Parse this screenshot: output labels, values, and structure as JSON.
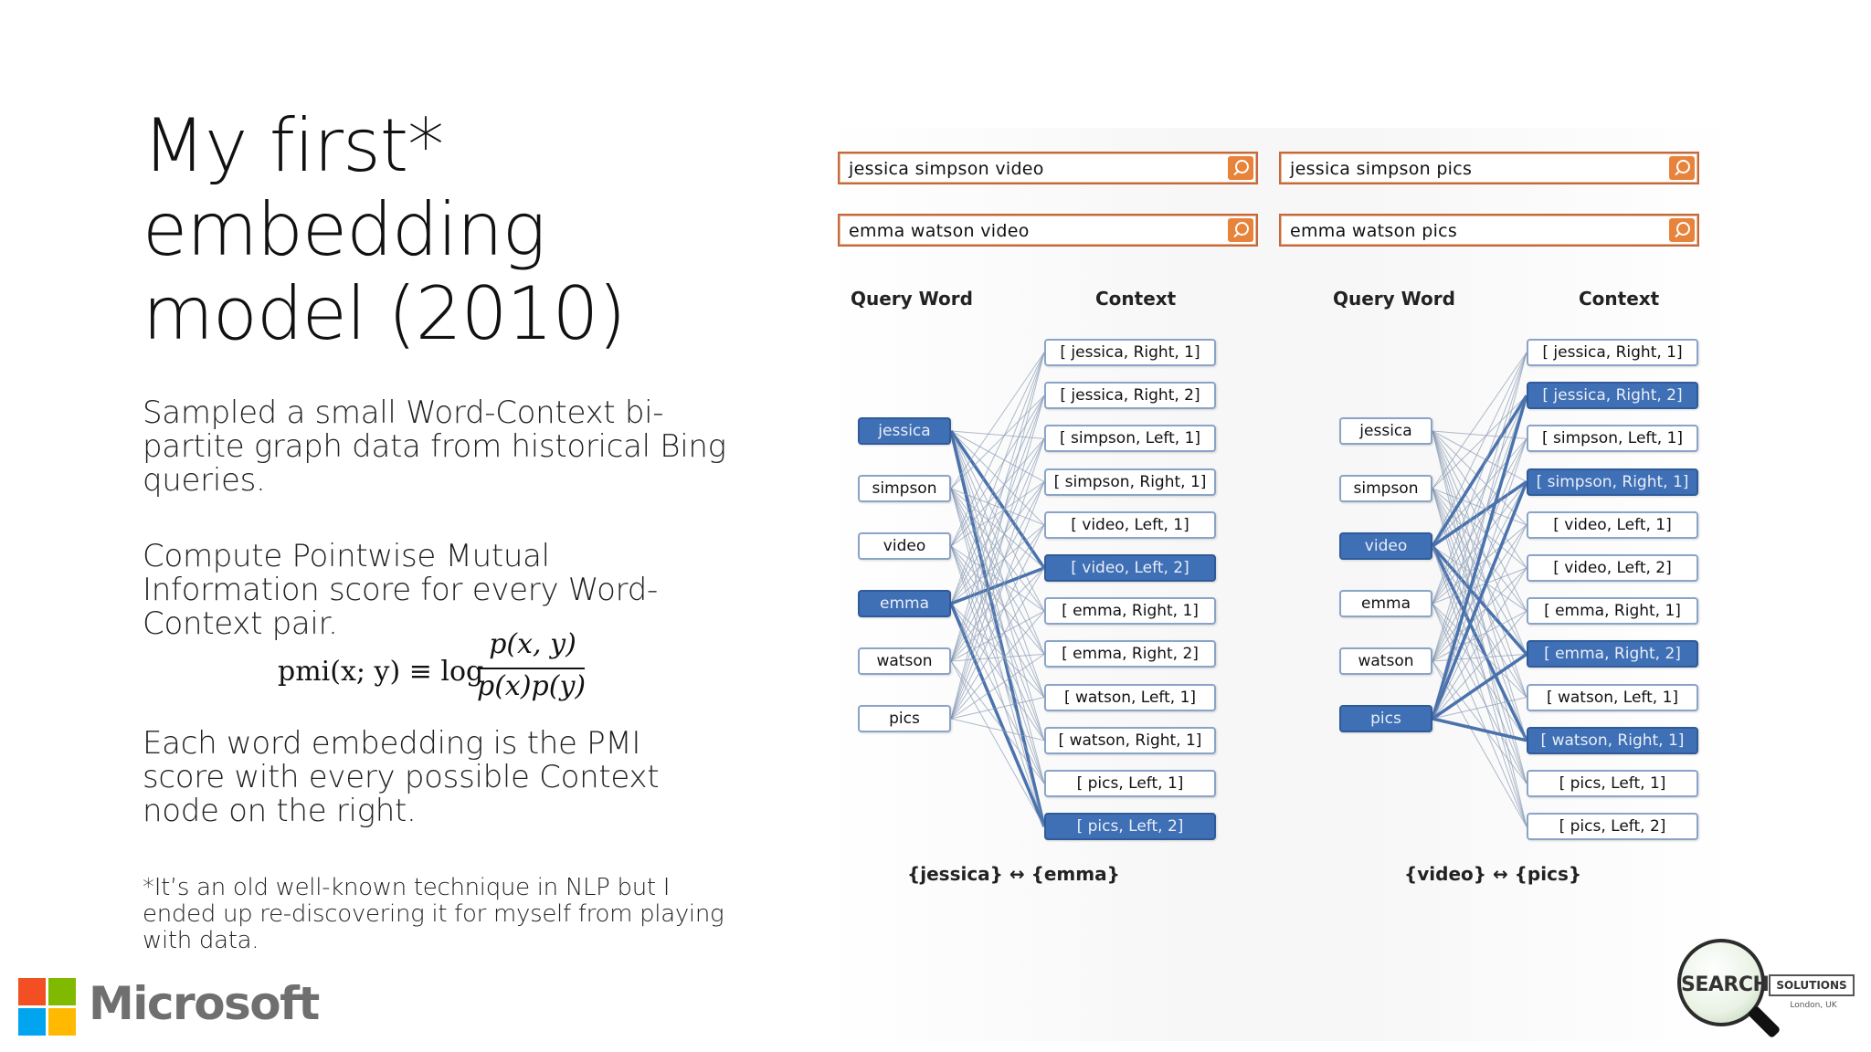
{
  "slide": {
    "title_lines": [
      "My first*",
      "embedding",
      "model (2010)"
    ],
    "paragraph1": "Sampled a small Word-Context bi-partite graph data from historical Bing queries.",
    "paragraph2": "Compute Pointwise Mutual Information score for every Word-Context pair.",
    "formula": {
      "lhs": "pmi(x; y) ≡ log",
      "numerator": "p(x, y)",
      "denominator": "p(x)p(y)"
    },
    "paragraph3": "Each word embedding is the PMI score with every possible Context node on the right.",
    "footnote": "*It’s an old well-known technique in NLP but I ended up re-discovering it for myself from playing with data."
  },
  "diagram": {
    "queries": {
      "left": [
        "jessica simpson video",
        "emma watson video"
      ],
      "right": [
        "jessica simpson pics",
        "emma watson pics"
      ]
    },
    "headings": {
      "word": "Query Word",
      "context": "Context"
    },
    "query_words": [
      "jessica",
      "simpson",
      "video",
      "emma",
      "watson",
      "pics"
    ],
    "contexts": [
      "[ jessica, Right, 1]",
      "[ jessica, Right, 2]",
      "[ simpson, Left, 1]",
      "[ simpson, Right, 1]",
      "[ video, Left, 1]",
      "[ video, Left, 2]",
      "[ emma, Right, 1]",
      "[ emma, Right, 2]",
      "[ watson, Left, 1]",
      "[ watson, Right, 1]",
      "[ pics, Left, 1]",
      "[ pics, Left, 2]"
    ],
    "left_graph": {
      "highlighted_words": [
        0,
        3
      ],
      "highlighted_contexts": [
        5,
        11
      ],
      "caption": "{jessica} ↔ {emma}"
    },
    "right_graph": {
      "highlighted_words": [
        2,
        5
      ],
      "highlighted_contexts": [
        1,
        3,
        7,
        9
      ],
      "caption": "{video} ↔ {pics}"
    },
    "colors": {
      "node_highlight": "#3f6fb5",
      "edge_strong": "#4a72ad",
      "edge_weak": "#8c9db5"
    }
  },
  "branding": {
    "microsoft": "Microsoft",
    "badge_main": "SEARCH",
    "badge_tag": "SOLUTIONS",
    "badge_sub": "London, UK"
  }
}
